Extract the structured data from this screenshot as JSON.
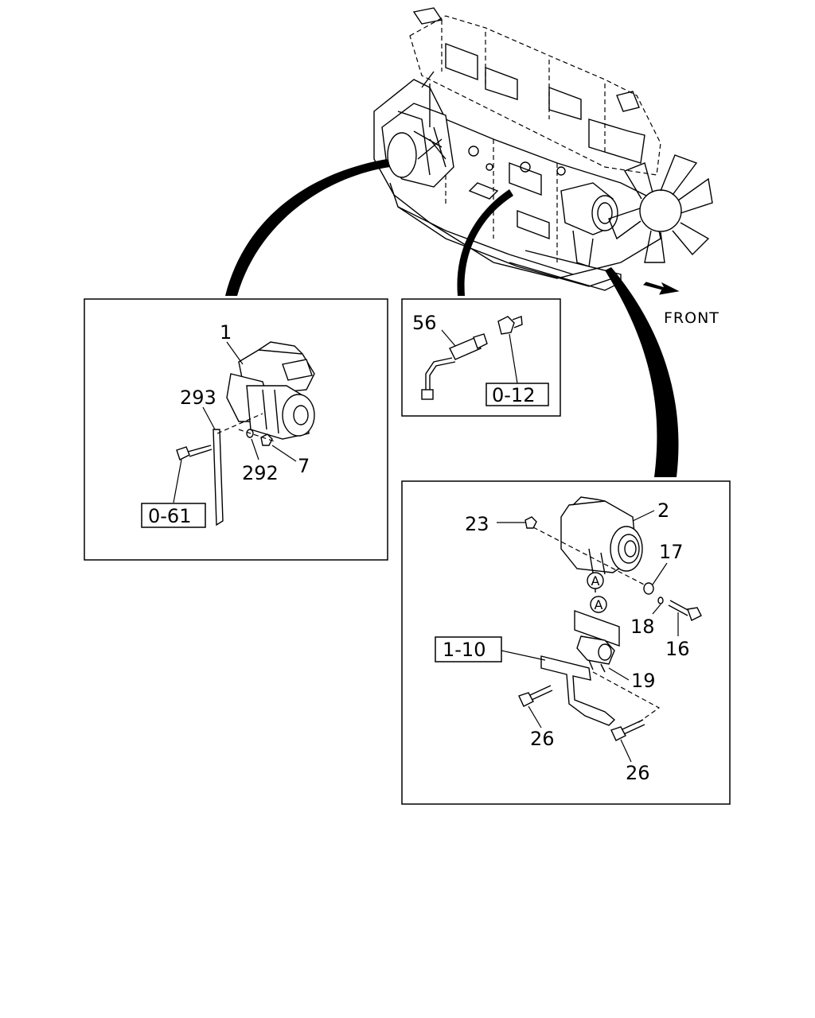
{
  "front_label": "FRONT",
  "callouts": {
    "starter_1": "1",
    "strap_293": "293",
    "washer_292": "292",
    "nut_7": "7",
    "sensor_56": "56",
    "alternator_2": "2",
    "nut_23": "23",
    "washer_17": "17",
    "washer_18": "18",
    "bolt_16": "16",
    "bracket_19": "19",
    "bolt_26a": "26",
    "bolt_26b": "26"
  },
  "refs": {
    "ref_061": "0-61",
    "ref_012": "0-12",
    "ref_110": "1-10"
  },
  "markers": {
    "a1": "A",
    "a2": "A"
  }
}
